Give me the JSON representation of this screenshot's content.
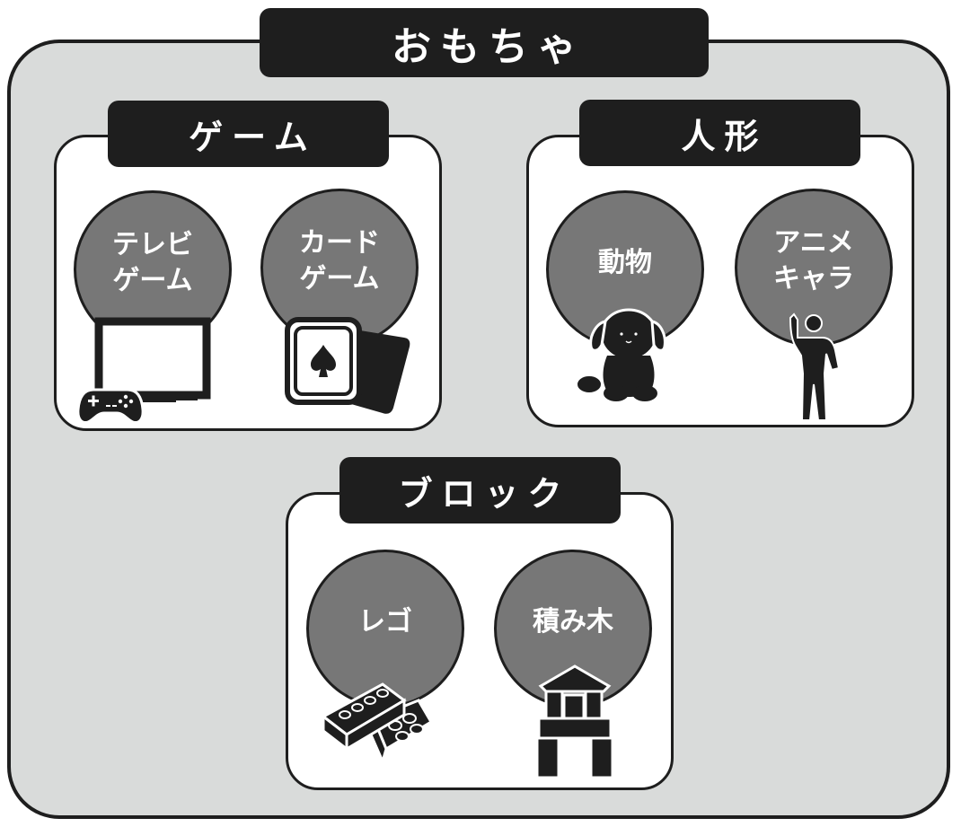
{
  "title": "おもちゃ",
  "groups": [
    {
      "label": "ゲーム",
      "items": [
        {
          "label": "テレビ\nゲーム",
          "icon": "tv-gamepad-icon"
        },
        {
          "label": "カード\nゲーム",
          "icon": "playing-cards-icon"
        }
      ]
    },
    {
      "label": "人形",
      "items": [
        {
          "label": "動物",
          "icon": "plush-dog-icon"
        },
        {
          "label": "アニメ\nキャラ",
          "icon": "action-figure-icon"
        }
      ]
    },
    {
      "label": "ブロック",
      "items": [
        {
          "label": "レゴ",
          "icon": "lego-bricks-icon"
        },
        {
          "label": "積み木",
          "icon": "wooden-blocks-icon"
        }
      ]
    }
  ],
  "colors": {
    "ink": "#1e1e1e",
    "panel": "#d9dbda",
    "circle": "#777777",
    "white": "#ffffff"
  }
}
